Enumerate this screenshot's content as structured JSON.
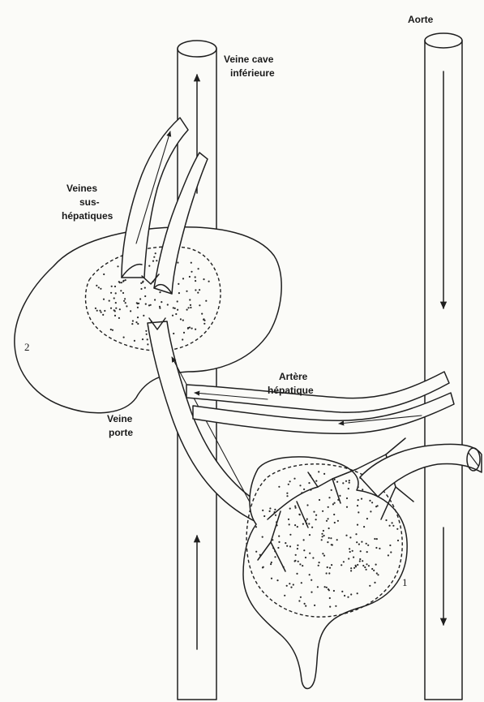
{
  "labels": {
    "aorte": "Aorte",
    "veine_cave_1": "Veine cave",
    "veine_cave_2": "inférieure",
    "veines_1": "Veines",
    "veines_2": "sus-",
    "veines_3": "hépatiques",
    "artere_1": "Artère",
    "artere_2": "hépatique",
    "veine_porte_1": "Veine",
    "veine_porte_2": "porte",
    "num_liver": "2",
    "num_intestine": "1"
  },
  "colors": {
    "ink": "#1f1f1f",
    "paper": "#fbfbf8"
  }
}
